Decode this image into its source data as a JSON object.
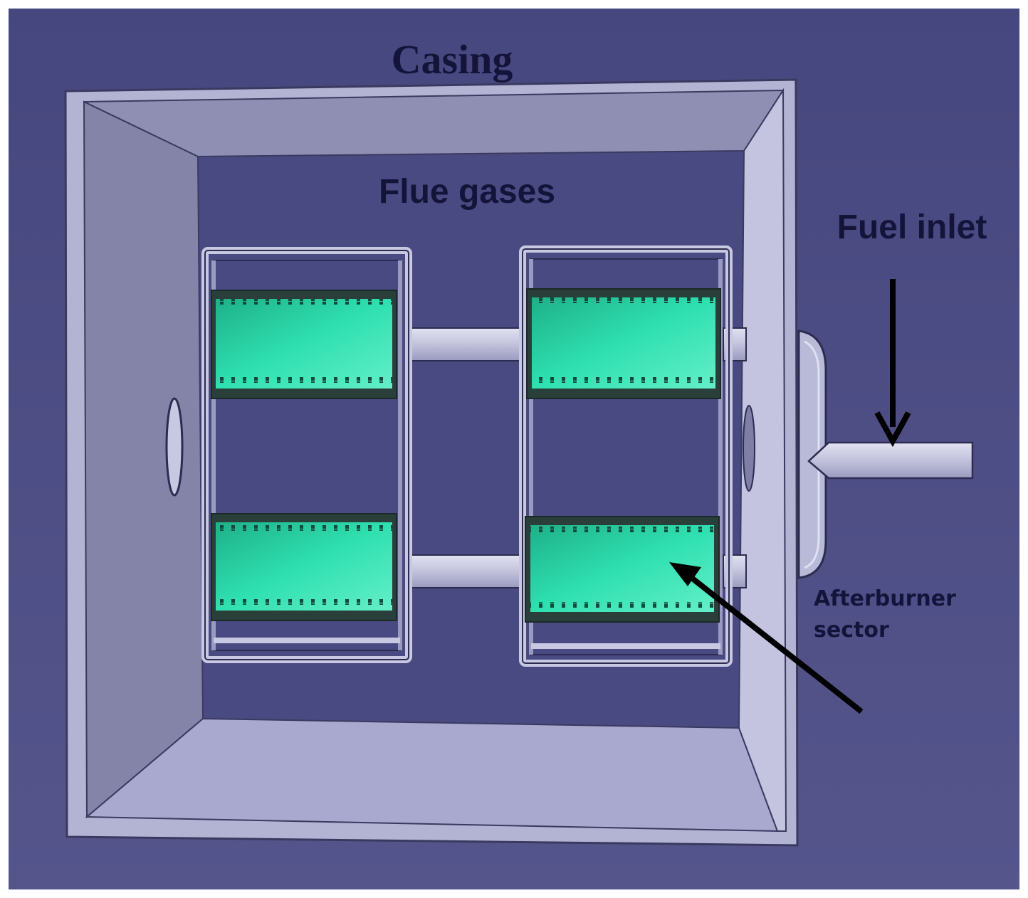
{
  "labels": {
    "casing": "Casing",
    "flue_gases": "Flue gases",
    "fuel_inlet": "Fuel inlet",
    "afterburner_line1": "Afterburner",
    "afterburner_line2": "sector"
  },
  "colors": {
    "background": "#4a4a82",
    "casing_face": "#b5b5d6",
    "casing_dark": "#7f7fa4",
    "chamber_green": "#2fd6a8",
    "label_text": "#14143a"
  }
}
